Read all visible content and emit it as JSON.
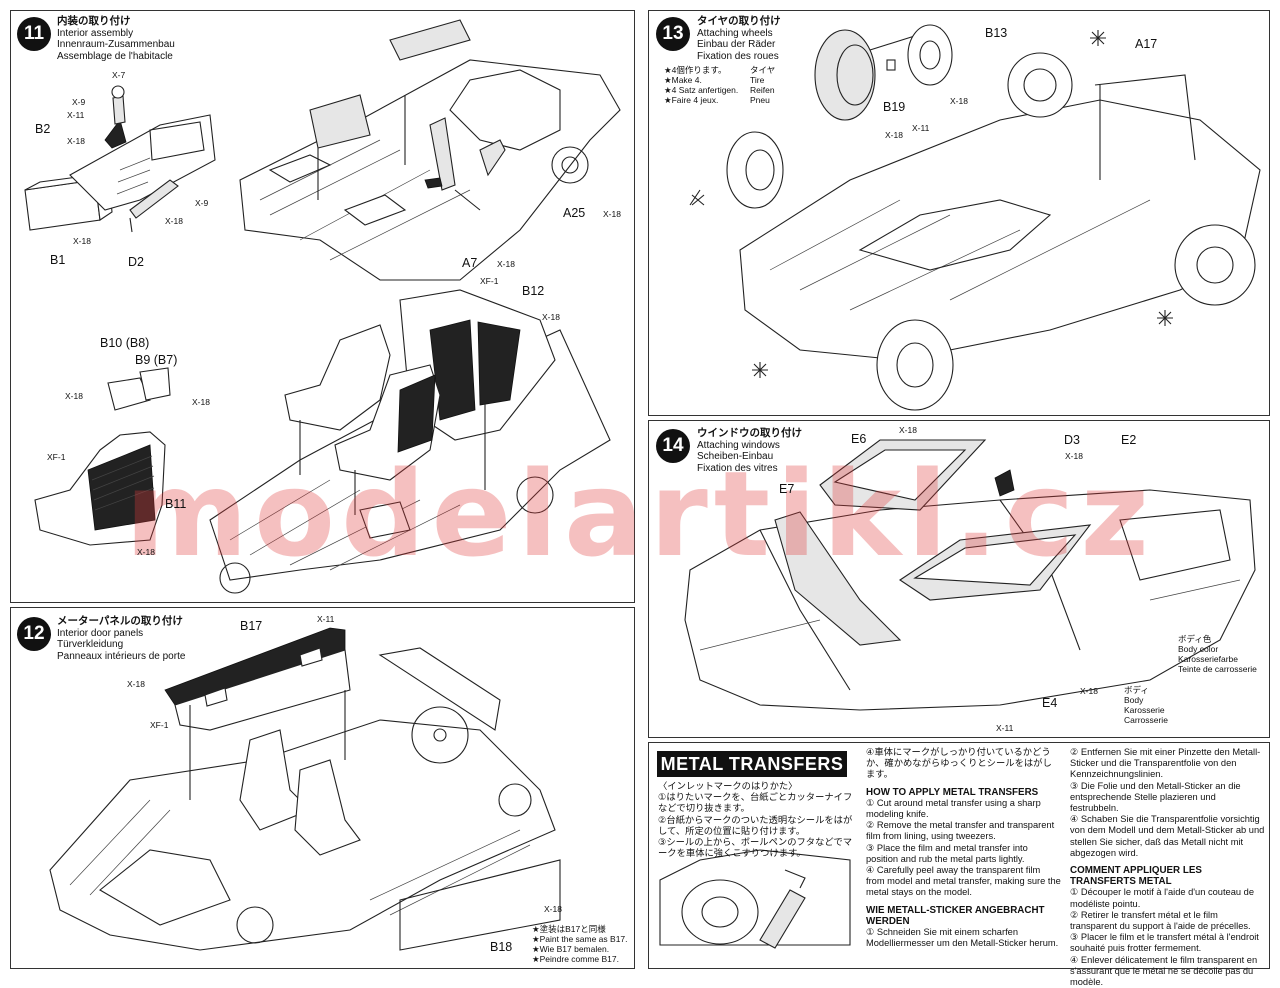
{
  "watermark": "modelartikl.cz",
  "steps": {
    "s11": {
      "num": "11",
      "jp": "内装の取り付け",
      "en": "Interior assembly",
      "de": "Innenraum-Zusammenbau",
      "fr": "Assemblage de l'habitacle",
      "labels": {
        "x7": "X-7",
        "x9a": "X-9",
        "x11": "X-11",
        "b2": "B2",
        "x18a": "X-18",
        "x9b": "X-9",
        "x18b": "X-18",
        "x18c": "X-18",
        "b1": "B1",
        "d2": "D2",
        "a25": "A25",
        "x18d": "X-18",
        "a7": "A7",
        "x18e": "X-18",
        "xf1a": "XF-1",
        "b12": "B12",
        "x18f": "X-18",
        "b10": "B10 (B8)",
        "b9": "B9 (B7)",
        "x18g": "X-18",
        "x18h": "X-18",
        "xf1b": "XF-1",
        "b11": "B11",
        "x18i": "X-18"
      }
    },
    "s12": {
      "num": "12",
      "jp": "メーターパネルの取り付け",
      "en": "Interior door panels",
      "de": "Türverkleidung",
      "fr": "Panneaux intérieurs de porte",
      "labels": {
        "b17": "B17",
        "x11": "X-11",
        "x18a": "X-18",
        "xf1": "XF-1",
        "x18b": "X-18",
        "b18": "B18"
      },
      "paint": {
        "jp": "★塗装はB17と同様",
        "en": "★Paint the same as B17.",
        "de": "★Wie B17 bemalen.",
        "fr": "★Peindre comme B17."
      }
    },
    "s13": {
      "num": "13",
      "jp": "タイヤの取り付け",
      "en": "Attaching wheels",
      "de": "Einbau der Räder",
      "fr": "Fixation des roues",
      "make4": {
        "jp": "★4個作ります。",
        "en": "★Make 4.",
        "de": "★4 Satz anfertigen.",
        "fr": "★Faire 4 jeux."
      },
      "tire": {
        "jp": "タイヤ",
        "en": "Tire",
        "de": "Reifen",
        "fr": "Pneu"
      },
      "labels": {
        "b13": "B13",
        "b19": "B19",
        "x18a": "X-18",
        "x11": "X-11",
        "x18b": "X-18",
        "a17": "A17"
      }
    },
    "s14": {
      "num": "14",
      "jp": "ウインドウの取り付け",
      "en": "Attaching windows",
      "de": "Scheiben-Einbau",
      "fr": "Fixation des vitres",
      "labels": {
        "e6": "E6",
        "x18a": "X-18",
        "d3": "D3",
        "x18b": "X-18",
        "e2": "E2",
        "e7": "E7",
        "e4": "E4",
        "x18c": "X-18",
        "x11": "X-11"
      },
      "bodycolor": {
        "jp": "ボディ色",
        "en": "Body color",
        "de": "Karosseriefarbe",
        "fr": "Teinte de carrosserie"
      },
      "body": {
        "jp": "ボディ",
        "en": "Body",
        "de": "Karosserie",
        "fr": "Carrosserie"
      }
    }
  },
  "metal": {
    "title": "METAL TRANSFERS",
    "jp_head": "〈インレットマークのはりかた〉",
    "jp1": "①はりたいマークを、台紙ごとカッターナイフなどで切り抜きます。",
    "jp2": "②台紙からマークのついた透明なシールをはがして、所定の位置に貼り付けます。",
    "jp3": "③シールの上から、ボールペンのフタなどでマークを車体に強くこすりつけます。",
    "jp4": "④車体にマークがしっかり付いているかどうか、確かめながらゆっくりとシールをはがします。",
    "en_head": "HOW TO APPLY METAL TRANSFERS",
    "en1": "① Cut around metal transfer using a sharp modeling knife.",
    "en2": "② Remove the metal transfer and transparent film from lining, using tweezers.",
    "en3": "③ Place the film and metal transfer into position and rub the metal parts lightly.",
    "en4": "④ Carefully peel away the transparent film from model and metal transfer, making sure the metal stays on the model.",
    "de_head": "WIE METALL-STICKER ANGEBRACHT WERDEN",
    "de1": "① Schneiden Sie mit einem scharfen Modelliermesser um den Metall-Sticker herum.",
    "de2": "② Entfernen Sie mit einer Pinzette den Metall-Sticker und die Transparentfolie von den Kennzeichnungslinien.",
    "de3": "③ Die Folie und den Metall-Sticker an die entsprechende Stelle plazieren und festrubbeln.",
    "de4": "④ Schaben Sie die Transparentfolie vorsichtig von dem Modell und dem Metall-Sticker ab und stellen Sie sicher, daß das Metall nicht mit abgezogen wird.",
    "fr_head": "COMMENT APPLIQUER LES TRANSFERTS METAL",
    "fr1": "① Découper le motif à l'aide d'un couteau de modéliste pointu.",
    "fr2": "② Retirer le transfert métal et le film transparent du support à l'aide de précelles.",
    "fr3": "③ Placer le film et le transfert métal à l'endroit souhaité puis frotter fermement.",
    "fr4": "④ Enlever délicatement le film transparent en s'assurant que le métal ne se décolle pas du modèle."
  }
}
